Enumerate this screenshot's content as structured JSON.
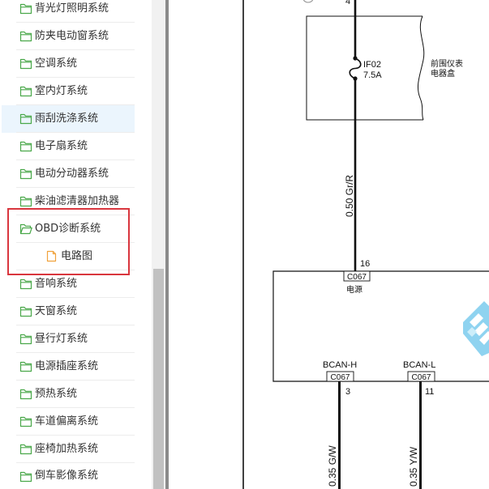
{
  "sidebar": {
    "items": [
      {
        "label": "背光灯照明系统",
        "icon": "folder-icon"
      },
      {
        "label": "防夹电动窗系统",
        "icon": "folder-icon"
      },
      {
        "label": "空调系统",
        "icon": "folder-icon"
      },
      {
        "label": "室内灯系统",
        "icon": "folder-icon"
      },
      {
        "label": "雨刮洗涤系统",
        "icon": "folder-icon",
        "highlighted": true
      },
      {
        "label": "电子扇系统",
        "icon": "folder-icon"
      },
      {
        "label": "电动分动器系统",
        "icon": "folder-icon"
      },
      {
        "label": "柴油滤清器加热器",
        "icon": "folder-icon"
      },
      {
        "label": "OBD诊断系统",
        "icon": "folder-open-icon",
        "expanded": true,
        "children": [
          {
            "label": "电路图",
            "icon": "file-icon"
          }
        ]
      },
      {
        "label": "音响系统",
        "icon": "folder-icon"
      },
      {
        "label": "天窗系统",
        "icon": "folder-icon"
      },
      {
        "label": "昼行灯系统",
        "icon": "folder-icon"
      },
      {
        "label": "电源插座系统",
        "icon": "folder-icon"
      },
      {
        "label": "预热系统",
        "icon": "folder-icon"
      },
      {
        "label": "车道偏离系统",
        "icon": "folder-icon"
      },
      {
        "label": "座椅加热系统",
        "icon": "folder-icon"
      },
      {
        "label": "倒车影像系统",
        "icon": "folder-icon"
      }
    ]
  },
  "colors": {
    "folder_icon": "#4aa84a",
    "file_icon": "#f0a23c",
    "highlight_row": "#ebf5fd",
    "annotation_box": "#d9363e",
    "scroll_thumb": "#c1c1c1",
    "wire": "#111111"
  },
  "diagram": {
    "upstream_pin": "4",
    "fuse": {
      "name": "IF02",
      "rating": "7.5A"
    },
    "fuse_box_label": [
      "前围仪表",
      "电器盒"
    ],
    "supply_wire": "0.50 Gr/R",
    "module": {
      "supply_pin": "16",
      "supply_connector": "C067",
      "supply_label": "电源",
      "can_pins": [
        {
          "label": "BCAN-H",
          "connector": "C067",
          "pin": "3",
          "wire": "0.35 G/W"
        },
        {
          "label": "BCAN-L",
          "connector": "C067",
          "pin": "11",
          "wire": "0.35 Y/W"
        }
      ]
    }
  }
}
